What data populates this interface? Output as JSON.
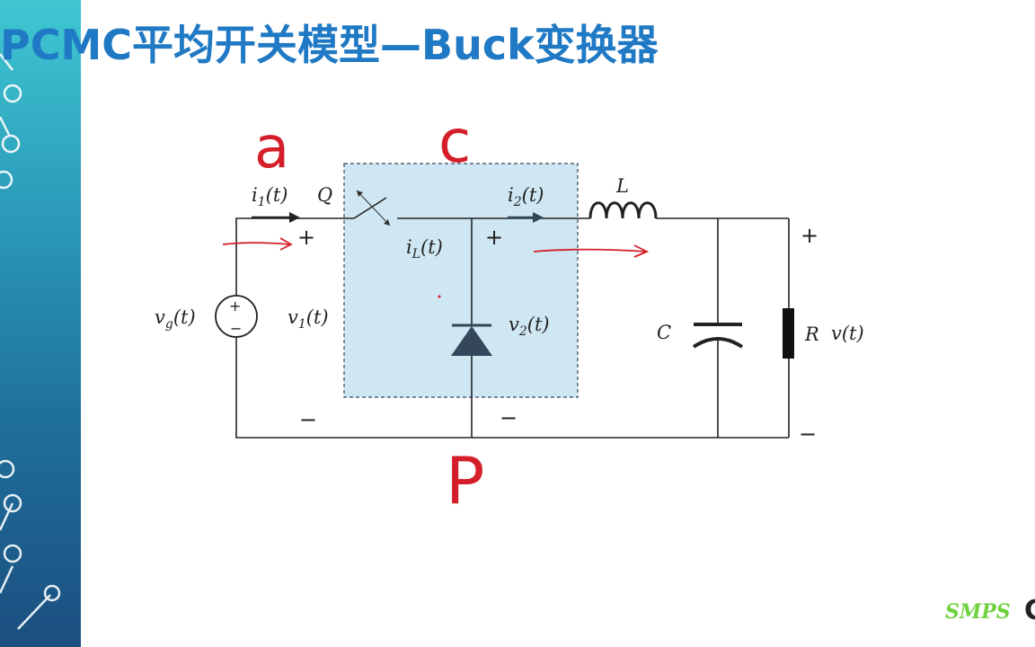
{
  "slide": {
    "title": "PCMC平均开关模型—Buck变换器"
  },
  "circuit": {
    "labels": {
      "i1": "i",
      "i1_sub": "1",
      "i1_arg": "(t)",
      "Q": "Q",
      "i2": "i",
      "i2_sub": "2",
      "i2_arg": "(t)",
      "L": "L",
      "iL": "i",
      "iL_sub": "L",
      "iL_arg": "(t)",
      "vg": "v",
      "vg_sub": "g",
      "vg_arg": "(t)",
      "v1": "v",
      "v1_sub": "1",
      "v1_arg": "(t)",
      "v2": "v",
      "v2_sub": "2",
      "v2_arg": "(t)",
      "C": "C",
      "R": "R",
      "v": "v(t)"
    },
    "signs": {
      "plus": "+",
      "minus": "−"
    },
    "handwritten": {
      "a": "a",
      "c": "c",
      "p": "P"
    },
    "colors": {
      "wire": "#222222",
      "box_fill": "#cfe7f3",
      "box_stroke": "#33465a",
      "ink_red": "#d41f2a",
      "diode": "#33465a"
    }
  },
  "logo": {
    "text": "SMPS",
    "extra": "C"
  }
}
